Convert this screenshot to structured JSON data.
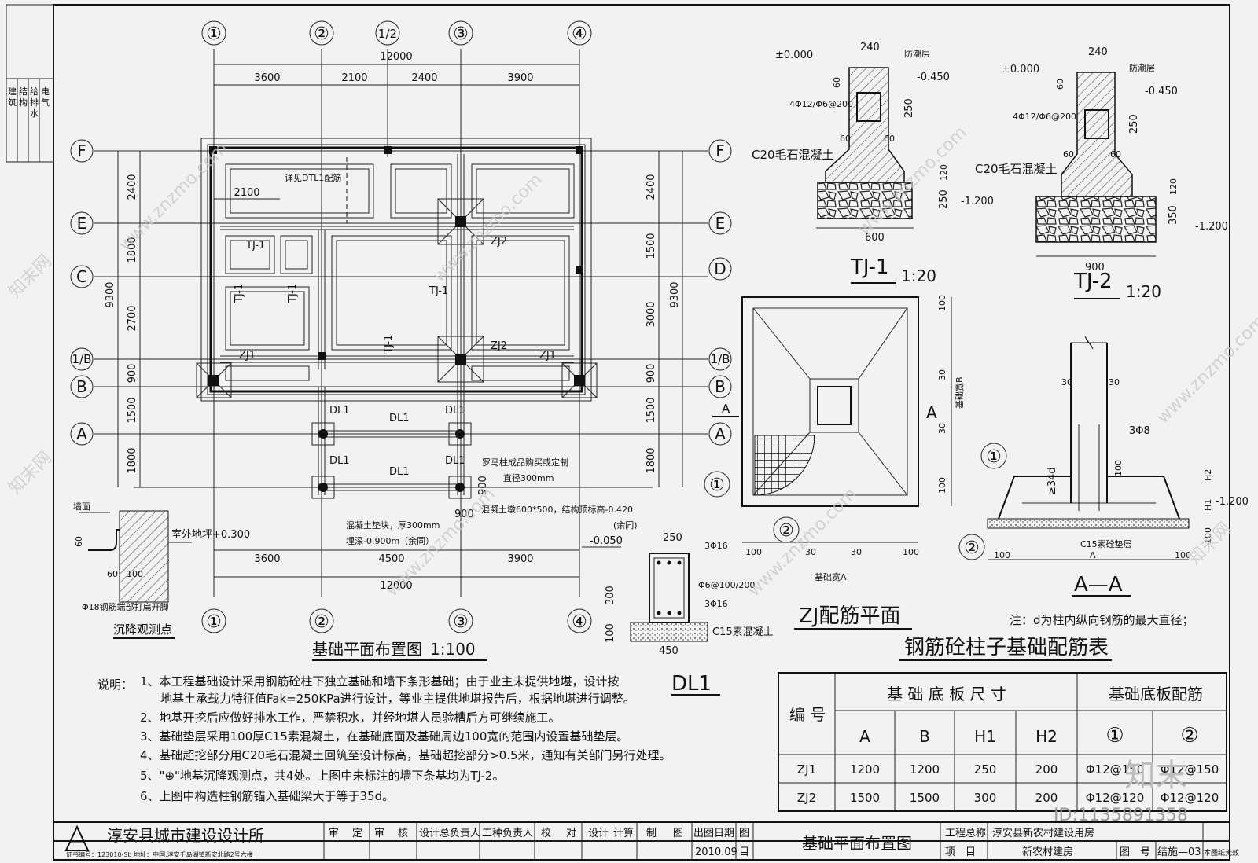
{
  "plan": {
    "title": "基础平面布置图",
    "scale": "1:100",
    "axes_top": [
      "①",
      "②",
      "1/2",
      "③",
      "④"
    ],
    "axes_bottom": [
      "①",
      "②",
      "③",
      "④"
    ],
    "axes_left": [
      "F",
      "E",
      "C",
      "1/B",
      "B",
      "A"
    ],
    "axes_right": [
      "F",
      "E",
      "D",
      "1/B",
      "B",
      "A"
    ],
    "dims_top": [
      "3600",
      "2100",
      "2400",
      "3900"
    ],
    "total_top": "12000",
    "dims_bottom": [
      "3600",
      "4500",
      "3900"
    ],
    "total_bottom": "12000",
    "dims_left": [
      "2400",
      "1800",
      "2700",
      "900",
      "1500",
      "1800"
    ],
    "total_left": "9300",
    "dims_right": [
      "2400",
      "1500",
      "3000",
      "900",
      "1500",
      "1800"
    ],
    "total_right": "9300",
    "dim_2100": "2100",
    "labels": {
      "dtl1": "详见DTL1配筋",
      "tj1": "TJ-1",
      "zj1": "ZJ1",
      "zj2": "ZJ2",
      "dl1": "DL1",
      "a_sec": "A",
      "roman": "罗马柱成品购买或定制",
      "dia": "直径300mm",
      "dim900": "900",
      "pier": "混凝土墩600*500，结构顶标高-0.420",
      "pier_same": "(余同)",
      "pad": "混凝土垫块，厚300mm",
      "depth": "埋深-0.900m（余同）",
      "elev": "-0.050"
    }
  },
  "settle": {
    "title": "沉降观测点",
    "wall": "墙面",
    "floor": "室外地坪+0.300",
    "d60": "60",
    "d100": "100",
    "bar": "Φ18钢筋端部打扁开脚"
  },
  "tj1": {
    "title": "TJ-1",
    "scale": "1:20",
    "w240": "240",
    "damp": "防潮层",
    "pm0": "±0.000",
    "m045": "-0.450",
    "rebar": "4Φ12/Φ6@200",
    "d250": "250",
    "d60a": "60",
    "d60b": "60",
    "d60c": "60",
    "conc": "C20毛石混凝土",
    "d120": "120",
    "d250b": "250",
    "m12": "-1.200",
    "w": "600"
  },
  "tj2": {
    "title": "TJ-2",
    "scale": "1:20",
    "w240": "240",
    "damp": "防潮层",
    "pm0": "±0.000",
    "m045": "-0.450",
    "rebar": "4Φ12/Φ6@200",
    "d250": "250",
    "d60a": "60",
    "d60b": "60",
    "d60c": "60",
    "conc": "C20毛石混凝土",
    "d120": "120",
    "d350": "350",
    "m12": "-1.200",
    "w": "900"
  },
  "dl1": {
    "title": "DL1",
    "w250": "250",
    "top": "3Φ16",
    "stir": "Φ6@100/200",
    "bot": "3Φ16",
    "h300": "300",
    "h100": "100",
    "pad": "C15素混凝土",
    "w450": "450"
  },
  "zj": {
    "title": "ZJ配筋平面",
    "b_label": "基础宽B",
    "a_label": "基础宽A",
    "sec": "A",
    "c1": "①",
    "c2": "②",
    "d100": "100",
    "d30": "30"
  },
  "aa": {
    "title": "A—A",
    "d30": "30",
    "r38": "3Φ8",
    "r34": "≥34d",
    "h100": "100",
    "h1": "H1",
    "h2": "H2",
    "m12": "-1.200",
    "c15": "C15素砼垫层",
    "a": "A",
    "c1": "①",
    "c2": "②",
    "d100": "100",
    "note": "注：d为柱内纵向钢筋的最大直径；"
  },
  "table": {
    "title": "钢筋砼柱子基础配筋表",
    "h_id": "编 号",
    "h_size": "基 础 底 板 尺 寸",
    "h_rebar": "基础底板配筋",
    "cols": [
      "A",
      "B",
      "H1",
      "H2",
      "①",
      "②"
    ],
    "rows": [
      [
        "ZJ1",
        "1200",
        "1200",
        "250",
        "200",
        "Φ12@150",
        "Φ12@150"
      ],
      [
        "ZJ2",
        "1500",
        "1500",
        "300",
        "200",
        "Φ12@120",
        "Φ12@120"
      ]
    ]
  },
  "notes": {
    "head": "说明：",
    "lines": [
      "1、本工程基础设计采用钢筋砼柱下独立基础和墙下条形基础；由于业主未提供地堪，设计按",
      "地基土承载力特征值Fak=250KPa进行设计，等业主提供地堪报告后，根据地堪进行调整。",
      "2、地基开挖后应做好排水工作，严禁积水，并经地堪人员验槽后方可继续施工。",
      "3、基础垫层采用100厚C15素混凝土，在基础底面及基础周边100宽的范围内设置基础垫层。",
      "4、基础超挖部分用C20毛石混凝土回筑至设计标高，基础超挖部分>0.5米，通知有关部门另行处理。",
      "5、\"⊕\"地基沉降观测点，共4处。上图中未标注的墙下条基均为TJ-2。",
      "6、上图中构造柱钢筋锚入基础梁大于等于35d。"
    ]
  },
  "sidebar": [
    "建",
    "筑",
    "结",
    "构",
    "给",
    "排",
    "水",
    "电",
    "气"
  ],
  "titleblock": {
    "firm": "淳安县城市建设设计所",
    "cert": "证书编号：123010-Sb  地址：中国.淳安千岛湖镇新安北路2号六楼",
    "cells": [
      "审",
      "定",
      "审",
      "核",
      "设计总负责人",
      "工种负责人",
      "校",
      "对",
      "设计",
      "计算",
      "制",
      "图"
    ],
    "date_label": "出图日期",
    "date": "2010.09",
    "tu": "图",
    "mu": "目",
    "drawing": "基础平面布置图",
    "proj_lbl": "工程总称",
    "proj": "淳安县新农村建设用房",
    "item_lbl": "项　目",
    "item": "新农村建房",
    "no_lbl": "图　号",
    "no": "结施—03",
    "stamp": "本图纸无效"
  },
  "watermark": {
    "site": "www.znzmo.com",
    "brand": "知末网",
    "logo": "知末",
    "id": "ID:1135891358"
  }
}
